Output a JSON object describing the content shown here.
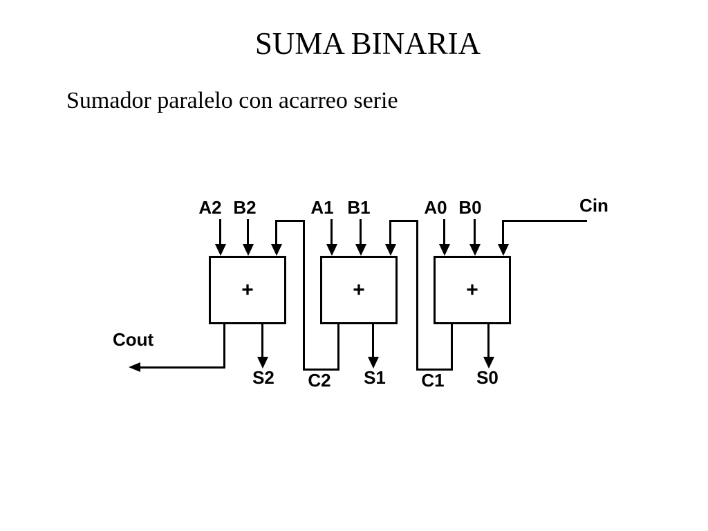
{
  "slide": {
    "title": "SUMA BINARIA",
    "subtitle": "Sumador paralelo con acarreo serie"
  },
  "diagram": {
    "type": "block-diagram",
    "description": "3-bit parallel adder with serial (ripple) carry: three adder blocks chained by carry lines",
    "plus": "+",
    "labels": {
      "a2": "A2",
      "b2": "B2",
      "a1": "A1",
      "b1": "B1",
      "a0": "A0",
      "b0": "B0",
      "cin": "Cin",
      "cout": "Cout",
      "s2": "S2",
      "c2": "C2",
      "s1": "S1",
      "c1": "C1",
      "s0": "S0"
    },
    "colors": {
      "line": "#000000",
      "text": "#000000",
      "background": "#ffffff"
    }
  }
}
